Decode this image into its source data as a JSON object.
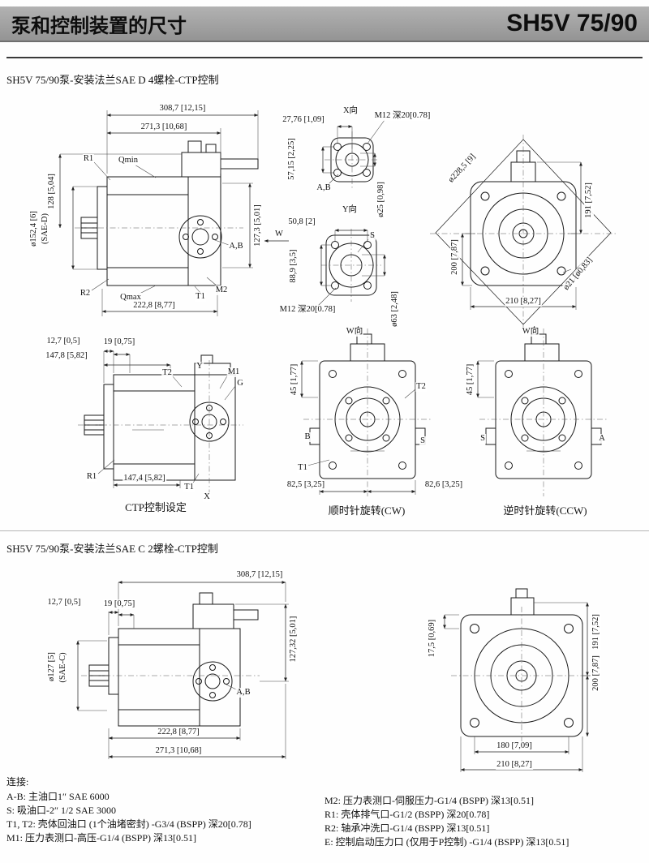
{
  "header": {
    "title": "泵和控制装置的尺寸",
    "model": "SH5V 75/90"
  },
  "section1": {
    "heading": "SH5V 75/90泵-安装法兰SAE D 4螺栓-CTP控制",
    "side_view": {
      "dim_width_outer": "308,7 [12,15]",
      "dim_width_inner": "271,3 [10,68]",
      "dim_height_left": "128 [5,04]",
      "dim_flange": "ø152,4 [6]",
      "flange_type": "(SAE-D)",
      "label_r1": "R1",
      "label_qmin": "Qmin",
      "label_ab": "A,B",
      "dim_height_right": "127,3 [5,01]",
      "label_r2": "R2",
      "label_qmax": "Qmax",
      "label_t1": "T1",
      "label_m2": "M2",
      "dim_bottom": "222,8 [8,77]"
    },
    "x_view": {
      "title": "X向",
      "dim_hole_offset": "27,76 [1,09]",
      "bolt": "M12 深20[0.78]",
      "dim_hole_spacing": "57,15 [2,25]",
      "label_ab": "A,B",
      "dim_port": "ø25 [0,98]"
    },
    "y_view": {
      "title": "Y向",
      "dim_hole_spacing": "50,8 [2]",
      "label_w": "W",
      "label_s": "S",
      "dim_hole_vert": "88,9 [3,5]",
      "bolt": "M12 深20[0.78]",
      "dim_port": "ø63 [2,48]"
    },
    "rear_view": {
      "dim_diag": "ø228,5 [9]",
      "dim_top": "191 [7,52]",
      "dim_left": "200 [7,87]",
      "dim_hole": "ø21 [ø0,83]",
      "dim_bottom": "210 [8,27]"
    },
    "ctp_view": {
      "dim_offset1": "12,7 [0,5]",
      "dim_offset2": "19 [0,75]",
      "dim_top": "147,8 [5,82]",
      "label_t2": "T2",
      "label_y": "Y",
      "label_m1": "M1",
      "label_g": "G",
      "label_r1": "R1",
      "dim_bottom": "147,4 [5,82]",
      "label_t1": "T1",
      "label_x": "X",
      "caption": "CTP控制设定"
    },
    "cw_view": {
      "title": "W向",
      "dim_height": "45 [1,77]",
      "label_t2": "T2",
      "label_b": "B",
      "label_s": "S",
      "label_t1": "T1",
      "dim_left": "82,5 [3,25]",
      "dim_right": "82,6 [3,25]",
      "caption": "顺时针旋转(CW)"
    },
    "ccw_view": {
      "title": "W向",
      "dim_height": "45 [1,77]",
      "label_s": "S",
      "label_a": "A",
      "caption": "逆时针旋转(CCW)"
    }
  },
  "section2": {
    "heading": "SH5V 75/90泵-安装法兰SAE C 2螺栓-CTP控制",
    "side_view": {
      "dim_width": "308,7 [12,15]",
      "dim_offset1": "12,7 [0,5]",
      "dim_offset2": "19 [0,75]",
      "dim_height_right": "127,32 [5,01]",
      "dim_flange": "ø127 [5]",
      "flange_type": "(SAE-C)",
      "label_ab": "A,B",
      "dim_bottom1": "222,8 [8,77]",
      "dim_bottom2": "271,3 [10,68]"
    },
    "rear_view": {
      "dim_top_offset": "17,5 [0,69]",
      "dim_right1": "191 [7,52]",
      "dim_right2": "200 [7,87]",
      "dim_bottom1": "180 [7,09]",
      "dim_bottom2": "210 [8,27]"
    }
  },
  "connections": {
    "title": "连接:",
    "left": [
      "A-B: 主油口1″ SAE 6000",
      "S: 吸油口-2″ 1/2 SAE 3000",
      "T1, T2: 壳体回油口 (1个油堵密封) -G3/4 (BSPP) 深20[0.78]",
      "M1: 压力表测口-高压-G1/4 (BSPP) 深13[0.51]"
    ],
    "right": [
      "M2: 压力表测口-伺服压力-G1/4 (BSPP) 深13[0.51]",
      "R1: 壳体排气口-G1/2 (BSPP) 深20[0.78]",
      "R2: 轴承冲洗口-G1/4 (BSPP) 深13[0.51]",
      "E: 控制启动压力口 (仅用于P控制) -G1/4 (BSPP) 深13[0.51]"
    ]
  }
}
